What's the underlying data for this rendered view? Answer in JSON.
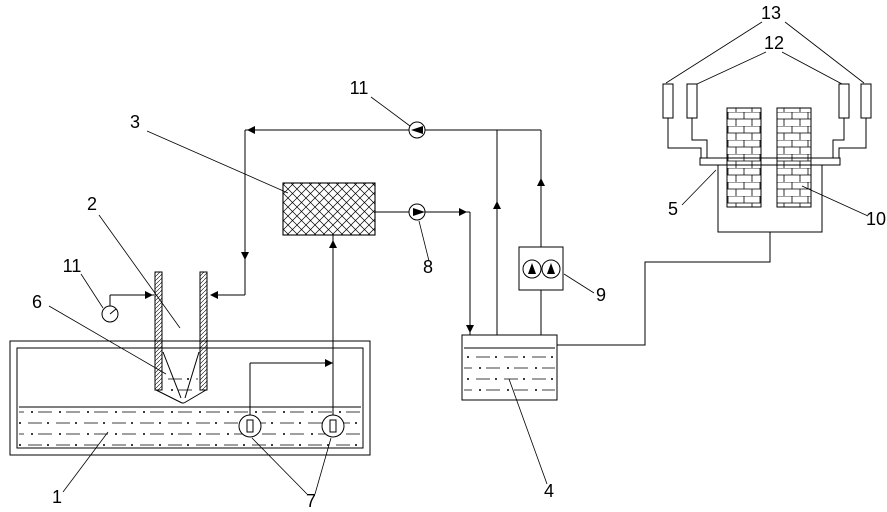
{
  "diagram": {
    "type": "process-flow-schematic",
    "background_color": "#ffffff",
    "line_color": "#000000",
    "labels": [
      {
        "text": "1",
        "refers_to": "storage-tank"
      },
      {
        "text": "2",
        "refers_to": "riser-vessel"
      },
      {
        "text": "3",
        "refers_to": "heat-exchanger"
      },
      {
        "text": "4",
        "refers_to": "buffer-tank"
      },
      {
        "text": "5",
        "refers_to": "furnace-flange"
      },
      {
        "text": "6",
        "refers_to": "inner-funnel"
      },
      {
        "text": "7",
        "refers_to": "submerged-pumps"
      },
      {
        "text": "8",
        "refers_to": "circulation-pump"
      },
      {
        "text": "9",
        "refers_to": "twin-pump-unit"
      },
      {
        "text": "10",
        "refers_to": "brick-column"
      },
      {
        "text": "11",
        "refers_to": "gauge-instrument"
      },
      {
        "text": "11",
        "refers_to": "line-pump"
      },
      {
        "text": "12",
        "refers_to": "inner-burner-tubes"
      },
      {
        "text": "13",
        "refers_to": "outer-burner-tubes"
      }
    ]
  }
}
